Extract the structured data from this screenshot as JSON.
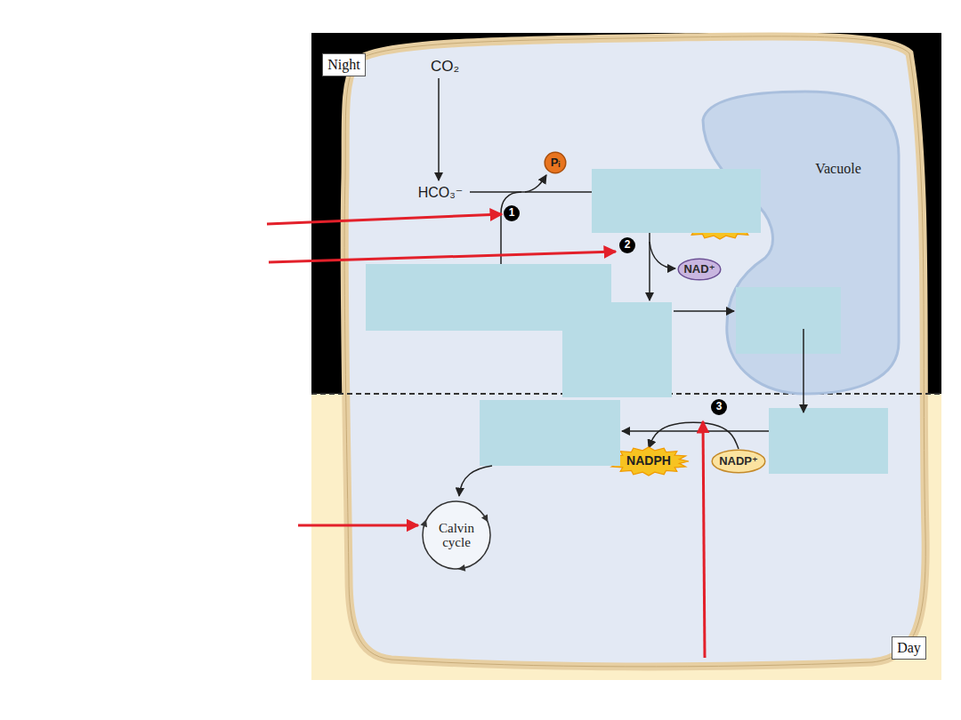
{
  "diagram": {
    "nodes": [
      {
        "text": [
          "Night"
        ]
      },
      {
        "text": [
          "Pᵢ"
        ]
      },
      {
        "text": [
          "Vacuole"
        ]
      },
      {
        "text": [
          "NAD⁺"
        ]
      },
      {
        "text": [
          "NADPH"
        ]
      },
      {
        "text": [
          "NADP⁺"
        ]
      },
      {
        "text": [
          "Calvin cycle"
        ]
      },
      {
        "text": [
          "Day"
        ]
      }
    ],
    "edges": [
      {
        "from": 5,
        "to": 4,
        "arrow": "to"
      }
    ],
    "labels": [
      "CO₂",
      "HCO₃⁻",
      "1",
      "2",
      "3"
    ]
  }
}
